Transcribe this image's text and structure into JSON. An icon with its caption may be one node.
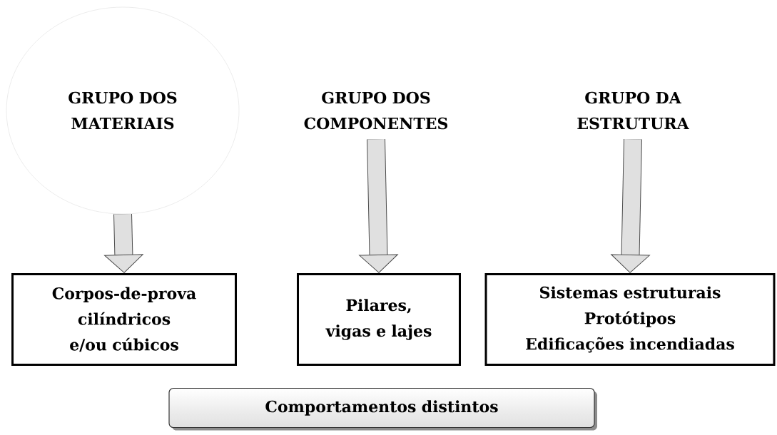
{
  "diagram": {
    "nodes": [
      {
        "text": [
          "GRUPO DOS MATERIAIS"
        ]
      },
      {
        "text": [
          "GRUPO DOS COMPONENTES"
        ]
      },
      {
        "text": [
          "GRUPO DA ESTRUTURA"
        ]
      },
      {
        "text": [
          "Corpos-de-prova cilíndricos e/ou cúbicos"
        ]
      },
      {
        "text": [
          "Pilares, vigas e lajes"
        ]
      },
      {
        "text": [
          "Sistemas estruturais",
          "Protótipos",
          "Edificações incendiadas"
        ]
      },
      {
        "text": [
          "Comportamentos distintos"
        ]
      }
    ],
    "edges": [
      {
        "from": 0,
        "to": 3,
        "arrow": "to"
      },
      {
        "from": 1,
        "to": 4,
        "arrow": "to"
      },
      {
        "from": 2,
        "to": 5,
        "arrow": "to"
      }
    ]
  }
}
